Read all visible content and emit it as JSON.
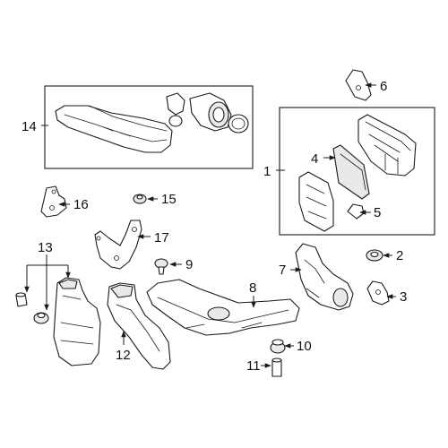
{
  "callouts": {
    "c1": "1",
    "c2": "2",
    "c3": "3",
    "c4": "4",
    "c5": "5",
    "c6": "6",
    "c7": "7",
    "c8": "8",
    "c9": "9",
    "c10": "10",
    "c11": "11",
    "c12": "12",
    "c13": "13",
    "c14": "14",
    "c15": "15",
    "c16": "16",
    "c17": "17"
  },
  "colors": {
    "line": "#1a1a1a",
    "background": "#ffffff"
  }
}
